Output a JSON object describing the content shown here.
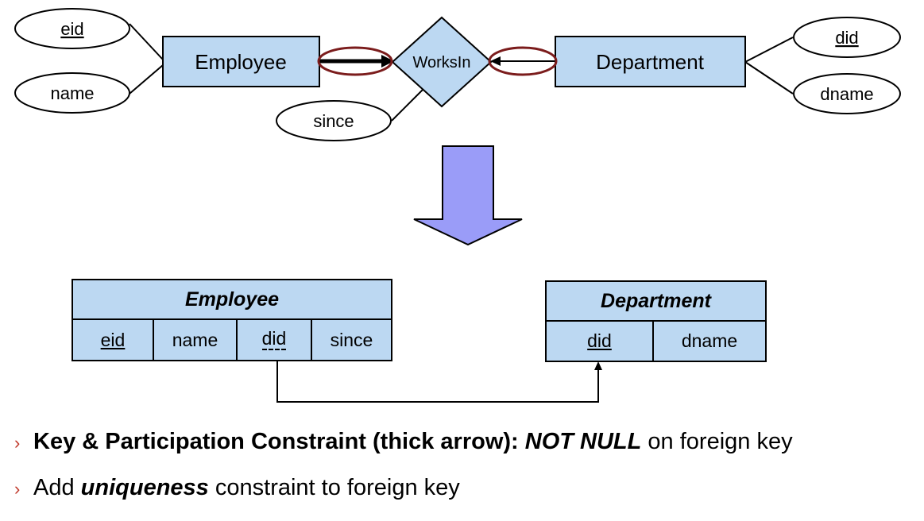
{
  "er": {
    "entity_left": "Employee",
    "relationship": "WorksIn",
    "entity_right": "Department",
    "attr_eid": "eid",
    "attr_name": "name",
    "attr_since": "since",
    "attr_did": "did",
    "attr_dname": "dname"
  },
  "tables": {
    "employee": {
      "title": "Employee",
      "cols": [
        "eid",
        "name",
        "did",
        "since"
      ]
    },
    "department": {
      "title": "Department",
      "cols": [
        "did",
        "dname"
      ]
    }
  },
  "bullets": [
    {
      "bold": "Key & Participation Constraint (thick arrow): ",
      "bolditalic": "NOT NULL",
      "rest": " on foreign key"
    },
    {
      "plain": "Add ",
      "bolditalic": "uniqueness",
      "rest": " constraint to foreign key"
    }
  ],
  "colors": {
    "box_fill": "#bcd8f2",
    "down_arrow": "#9a9cf8",
    "marker_ring": "#7b1c1c",
    "bullet_mark": "#c0392b"
  }
}
